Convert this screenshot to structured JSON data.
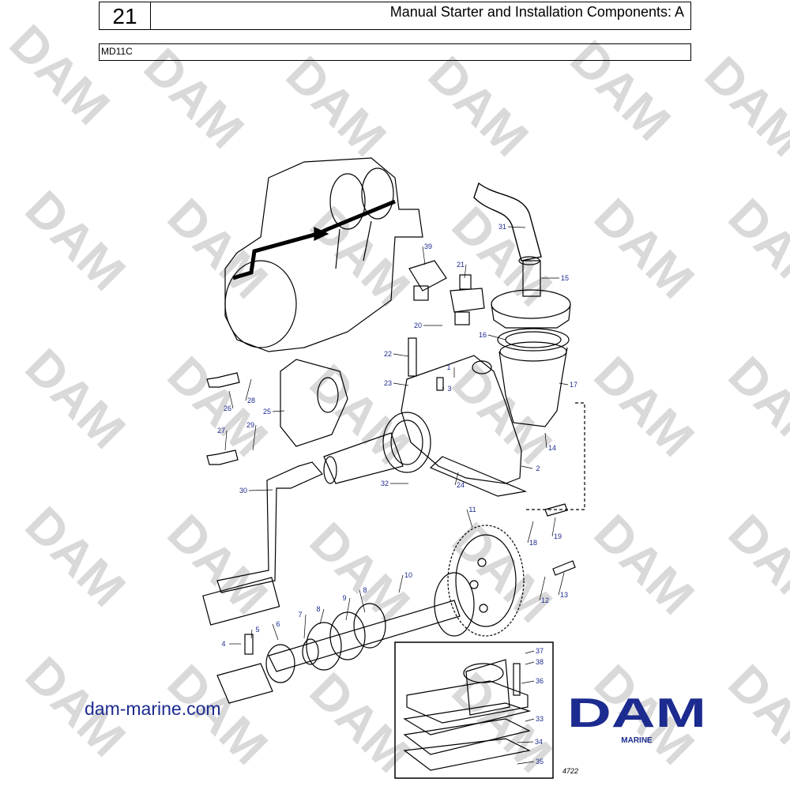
{
  "header": {
    "page_number": "21",
    "title": "Manual Starter and Installation Components: A",
    "model": "MD11C"
  },
  "watermark_text": "DAM",
  "footer": {
    "url": "dam-marine.com",
    "drawing_number": "4722"
  },
  "logo": {
    "text": "DAM",
    "subtitle": "MARINE",
    "color": "#1c2b8f"
  },
  "callouts": [
    "1",
    "2",
    "3",
    "4",
    "5",
    "6",
    "7",
    "8",
    "8",
    "9",
    "10",
    "11",
    "12",
    "13",
    "14",
    "15",
    "16",
    "17",
    "18",
    "19",
    "20",
    "21",
    "22",
    "23",
    "24",
    "25",
    "26",
    "27",
    "28",
    "29",
    "30",
    "31",
    "32",
    "33",
    "34",
    "35",
    "36",
    "37",
    "38",
    "39"
  ],
  "colors": {
    "callout_text": "#1c2b8f",
    "line": "#000000",
    "watermark": "#d9d9d9"
  }
}
